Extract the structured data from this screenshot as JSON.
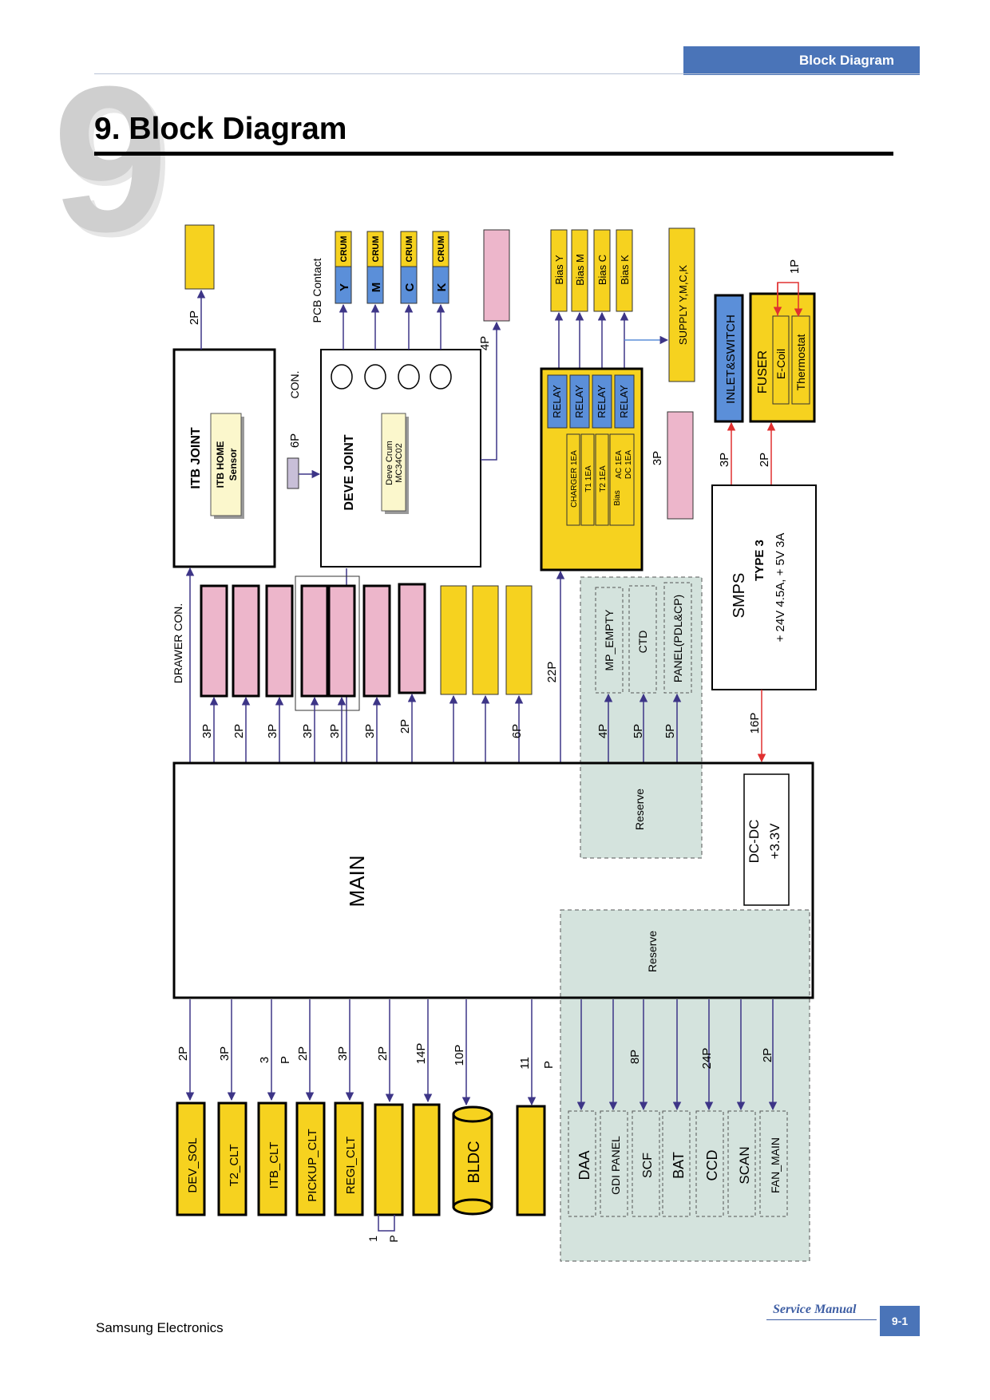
{
  "header": {
    "section_tab": "Block Diagram",
    "chapter_number": "9",
    "page_title": "9. Block Diagram"
  },
  "footer": {
    "company": "Samsung Electronics",
    "manual": "Service Manual",
    "page": "9-1"
  },
  "colors": {
    "yellow": "#f6d21f",
    "pink": "#edb6cb",
    "blue": "#5b8fd9",
    "arrow": "#3d3587",
    "red": "#e03030",
    "reserve": "#d4e3dd",
    "brand": "#4a74b8"
  },
  "diagram": {
    "itb": {
      "joint": "ITB  JOINT",
      "sensor_line1": "ITB HOME",
      "sensor_line2": "Sensor",
      "top_conn": "2P"
    },
    "deve": {
      "joint": "DEVE  JOINT",
      "crum_line1": "Deve  Crum",
      "crum_line2": "MC34C02"
    },
    "con_6p": "6P",
    "con_label": "CON.",
    "pcb_contact": "PCB  Contact",
    "toners": [
      {
        "color": "Y",
        "crum": "CRUM"
      },
      {
        "color": "M",
        "crum": "CRUM"
      },
      {
        "color": "C",
        "crum": "CRUM"
      },
      {
        "color": "K",
        "crum": "CRUM"
      }
    ],
    "deve_4p": "4P",
    "bias": [
      "Bias  Y",
      "Bias  M",
      "Bias  C",
      "Bias  K"
    ],
    "supply": "SUPPLY Y,M,C,K",
    "hvps": {
      "relays": [
        "RELAY",
        "RELAY",
        "RELAY",
        "RELAY"
      ],
      "charger": "CHARGER  1EA",
      "t1": "T1  1EA",
      "t2": "T2  1EA",
      "bias_label": "Bias",
      "ac_dc_line1": "AC  1EA",
      "ac_dc_line2": "DC  1EA",
      "conn_3p": "3P",
      "conn_22p": "22P"
    },
    "inlet": "INLET&SWITCH",
    "fuser": {
      "label": "FUSER",
      "ecoil": "E-Coil",
      "thermostat": "Thermostat",
      "conn_1p": "1P"
    },
    "smps": {
      "label": "SMPS",
      "type": "TYPE  3",
      "outputs": "+ 24V  4.5A,  + 5V  3A",
      "conn_3p": "3P",
      "conn_2p": "2P",
      "conn_16p": "16P"
    },
    "drawer_con": "DRAWER  CON.",
    "upper_conns": [
      "3P",
      "2P",
      "3P",
      "3P",
      "3P",
      "3P",
      "2P",
      "6P"
    ],
    "panel_items": [
      "MP_EMPTY",
      "CTD",
      "PANEL(PDL&CP)"
    ],
    "panel_conns": [
      "4P",
      "5P",
      "5P"
    ],
    "reserve": "Reserve",
    "main": "MAIN",
    "dcdc": {
      "label": "DC-DC",
      "volt": "+3.3V"
    },
    "lower_conns": [
      "2P",
      "3P",
      "3",
      "P",
      "2P",
      "3P",
      "2P",
      "14P",
      "10P",
      "11",
      "P",
      "8P",
      "24P",
      "2P"
    ],
    "lower_devices": [
      "DEV_SOL",
      "T2_CLT",
      "ITB_CLT",
      "PICKUP_CLT",
      "REGI_CLT",
      "BLDC"
    ],
    "reserve_devices": [
      "DAA",
      "GDI PANEL",
      "SCF",
      "BAT",
      "CCD",
      "SCAN",
      "FAN_MAIN"
    ],
    "one_p": [
      "1",
      "P"
    ]
  }
}
